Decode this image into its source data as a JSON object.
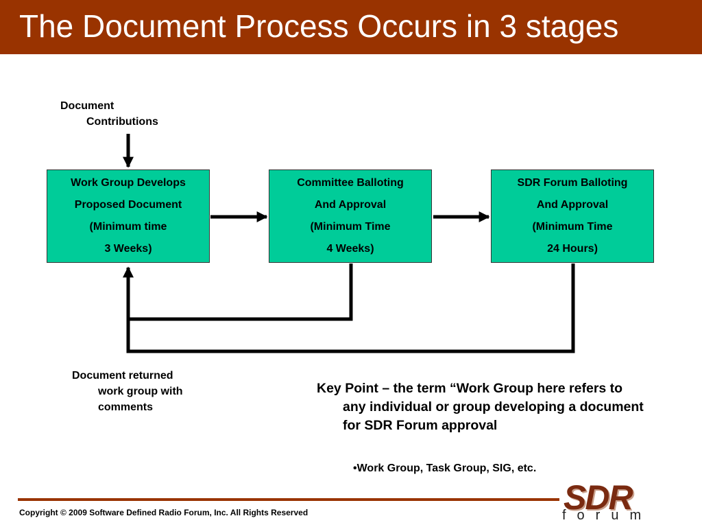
{
  "slide": {
    "title": "The Document Process Occurs in 3 stages"
  },
  "input_label": {
    "line1": "Document",
    "line2": "Contributions"
  },
  "stages": [
    {
      "lines": [
        "Work Group Develops",
        "Proposed Document",
        "(Minimum time",
        "3 Weeks)"
      ]
    },
    {
      "lines": [
        "Committee Balloting",
        "And Approval",
        "(Minimum Time",
        "4 Weeks)"
      ]
    },
    {
      "lines": [
        "SDR Forum Balloting",
        "And Approval",
        "(Minimum Time",
        "24 Hours)"
      ]
    }
  ],
  "return_label": {
    "line1": "Document returned",
    "line2": "work group with",
    "line3": "comments"
  },
  "key_point": {
    "text": "Key Point – the term “Work Group here refers to any individual or group developing a document for SDR Forum approval",
    "bullet": "•Work Group, Task Group, SIG, etc."
  },
  "footer": {
    "copyright": "Copyright © 2009 Software Defined Radio Forum, Inc. All Rights Reserved",
    "logo_main": "SDR",
    "logo_sub": "forum"
  },
  "colors": {
    "title_bar": "#993300",
    "stage_box": "#00cc99",
    "footer_rule": "#993300"
  }
}
